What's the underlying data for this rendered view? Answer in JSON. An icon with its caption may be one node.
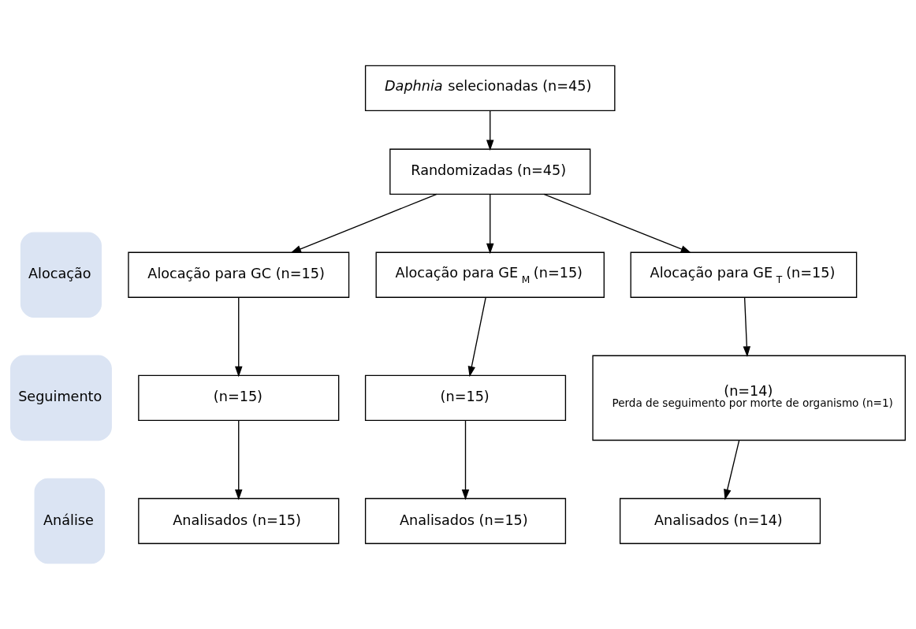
{
  "diagram": {
    "nodes": [
      {
        "text": [
          "*Daphnia* selecionadas (n=45)"
        ]
      },
      {
        "text": [
          "Randomizadas (n=45)"
        ]
      },
      {
        "text": [
          "Alocação"
        ]
      },
      {
        "text": [
          "Alocação para GC (n=15)"
        ]
      },
      {
        "text": [
          "Alocação para GE$_{M}$ (n=15)"
        ]
      },
      {
        "text": [
          "Alocação para GE$_{T}$ (n=15)"
        ]
      },
      {
        "text": [
          "Seguimento"
        ]
      },
      {
        "text": [
          "(n=15)"
        ]
      },
      {
        "text": [
          "(n=15)"
        ]
      },
      {
        "text": [
          "(n=14)",
          "Perda de seguimento por morte de organismo (n=1)"
        ]
      },
      {
        "text": [
          "Análise"
        ]
      },
      {
        "text": [
          "Analisados (n=15)"
        ]
      },
      {
        "text": [
          "Analisados (n=15)"
        ]
      },
      {
        "text": [
          "Analisados (n=14)"
        ]
      }
    ],
    "edges": [
      {
        "from": 0,
        "to": 1,
        "arrow": "to"
      },
      {
        "from": 1,
        "to": 3,
        "arrow": "to"
      },
      {
        "from": 1,
        "to": 4,
        "arrow": "to"
      },
      {
        "from": 1,
        "to": 5,
        "arrow": "to"
      },
      {
        "from": 3,
        "to": 7,
        "arrow": "to"
      },
      {
        "from": 4,
        "to": 8,
        "arrow": "to"
      },
      {
        "from": 5,
        "to": 9,
        "arrow": "to"
      },
      {
        "from": 7,
        "to": 11,
        "arrow": "to"
      },
      {
        "from": 8,
        "to": 12,
        "arrow": "to"
      },
      {
        "from": 9,
        "to": 13,
        "arrow": "to"
      }
    ]
  }
}
